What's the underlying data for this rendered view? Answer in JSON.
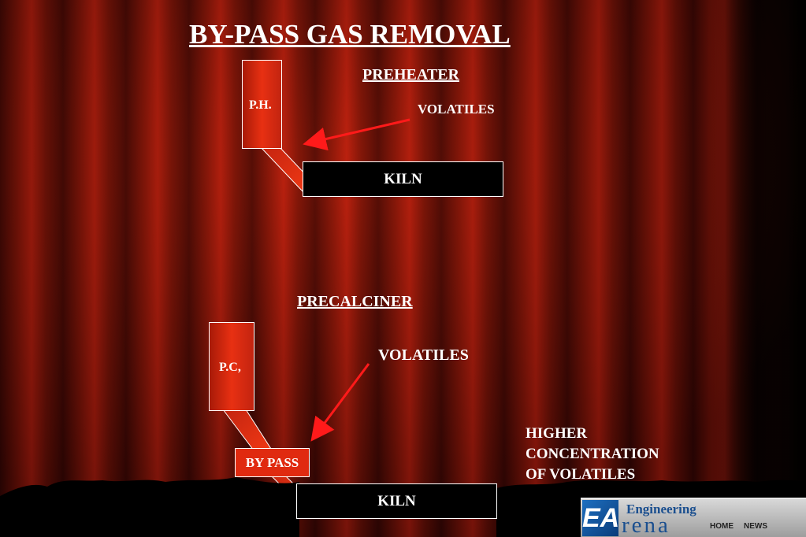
{
  "title": "BY-PASS GAS REMOVAL",
  "preheater": {
    "heading": "PREHEATER",
    "tower_label": "P.H.",
    "volatiles_label": "VOLATILES",
    "kiln_label": "KILN"
  },
  "precalciner": {
    "heading": "PRECALCINER",
    "tower_label": "P.C,",
    "volatiles_label": "VOLATILES",
    "bypass_label": "BY PASS",
    "kiln_label": "KILN"
  },
  "note_lines": [
    "HIGHER",
    "CONCENTRATION",
    "OF VOLATILES"
  ],
  "logo": {
    "word1": "Engineering",
    "word2": "rena",
    "nav_home": "HOME",
    "nav_news": "NEWS"
  },
  "colors": {
    "arrow": "#ff1a1a",
    "duct": "#e83012",
    "curtain": "#8a1409"
  }
}
